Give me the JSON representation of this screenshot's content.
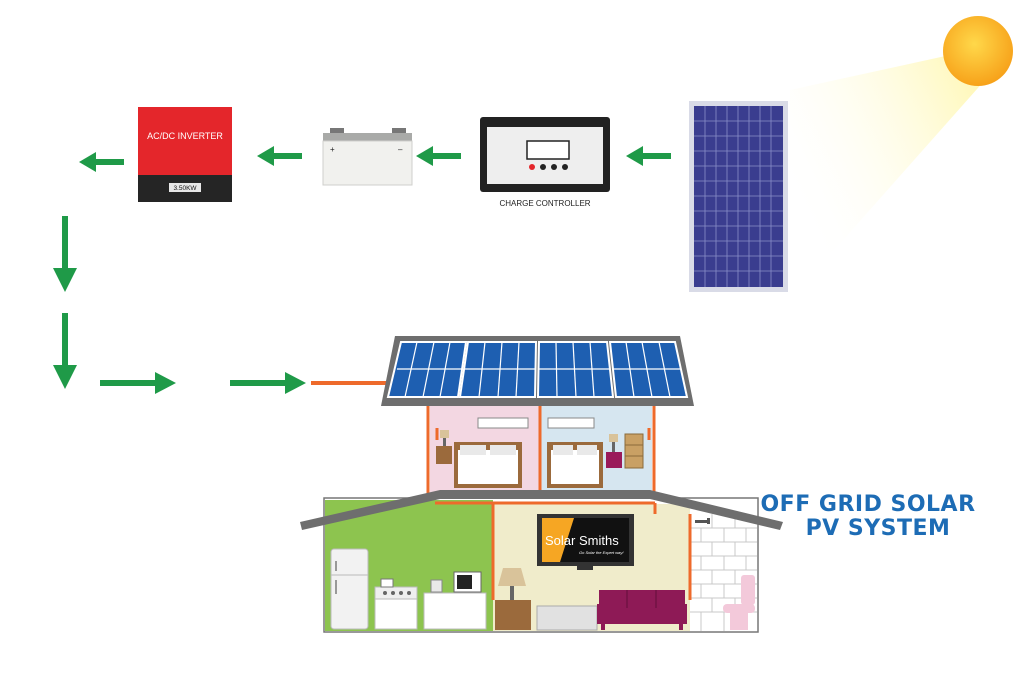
{
  "title": {
    "line1": "OFF GRID SOLAR",
    "line2": "PV SYSTEM"
  },
  "components": {
    "inverter": {
      "label": "AC/DC INVERTER",
      "rating": "3.50KW"
    },
    "battery": {
      "plus": "+",
      "minus": "–"
    },
    "charge_controller": {
      "label": "CHARGE CONTROLLER"
    }
  },
  "tv": {
    "brand_left": "Solar",
    "brand_right": "Smiths",
    "tagline": "Go Solar the Expert way!"
  },
  "colors": {
    "arrow": "#1f9a48",
    "wire": "#ee6a2b",
    "title": "#1d6cb5",
    "inverter_top": "#e4262b",
    "panel_blue": "#3b3f92"
  }
}
